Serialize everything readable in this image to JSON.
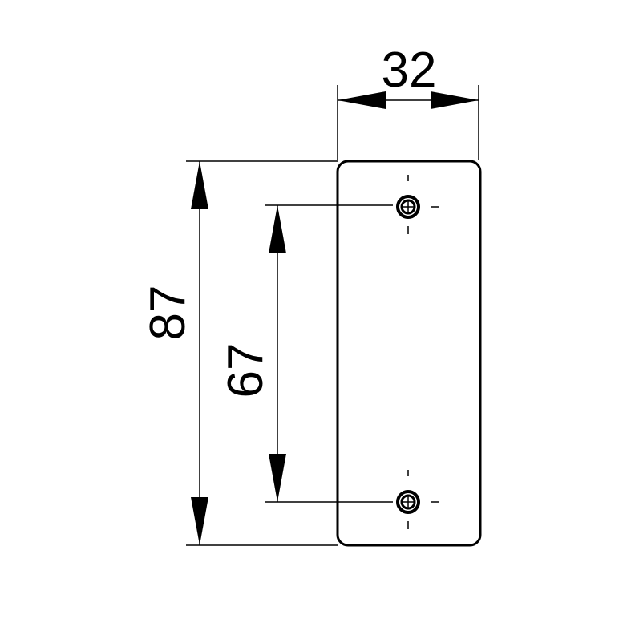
{
  "drawing": {
    "dimensions": {
      "width": "32",
      "overall_height": "87",
      "hole_spacing": "67"
    },
    "colors": {
      "line": "#000000",
      "background": "#ffffff"
    }
  }
}
